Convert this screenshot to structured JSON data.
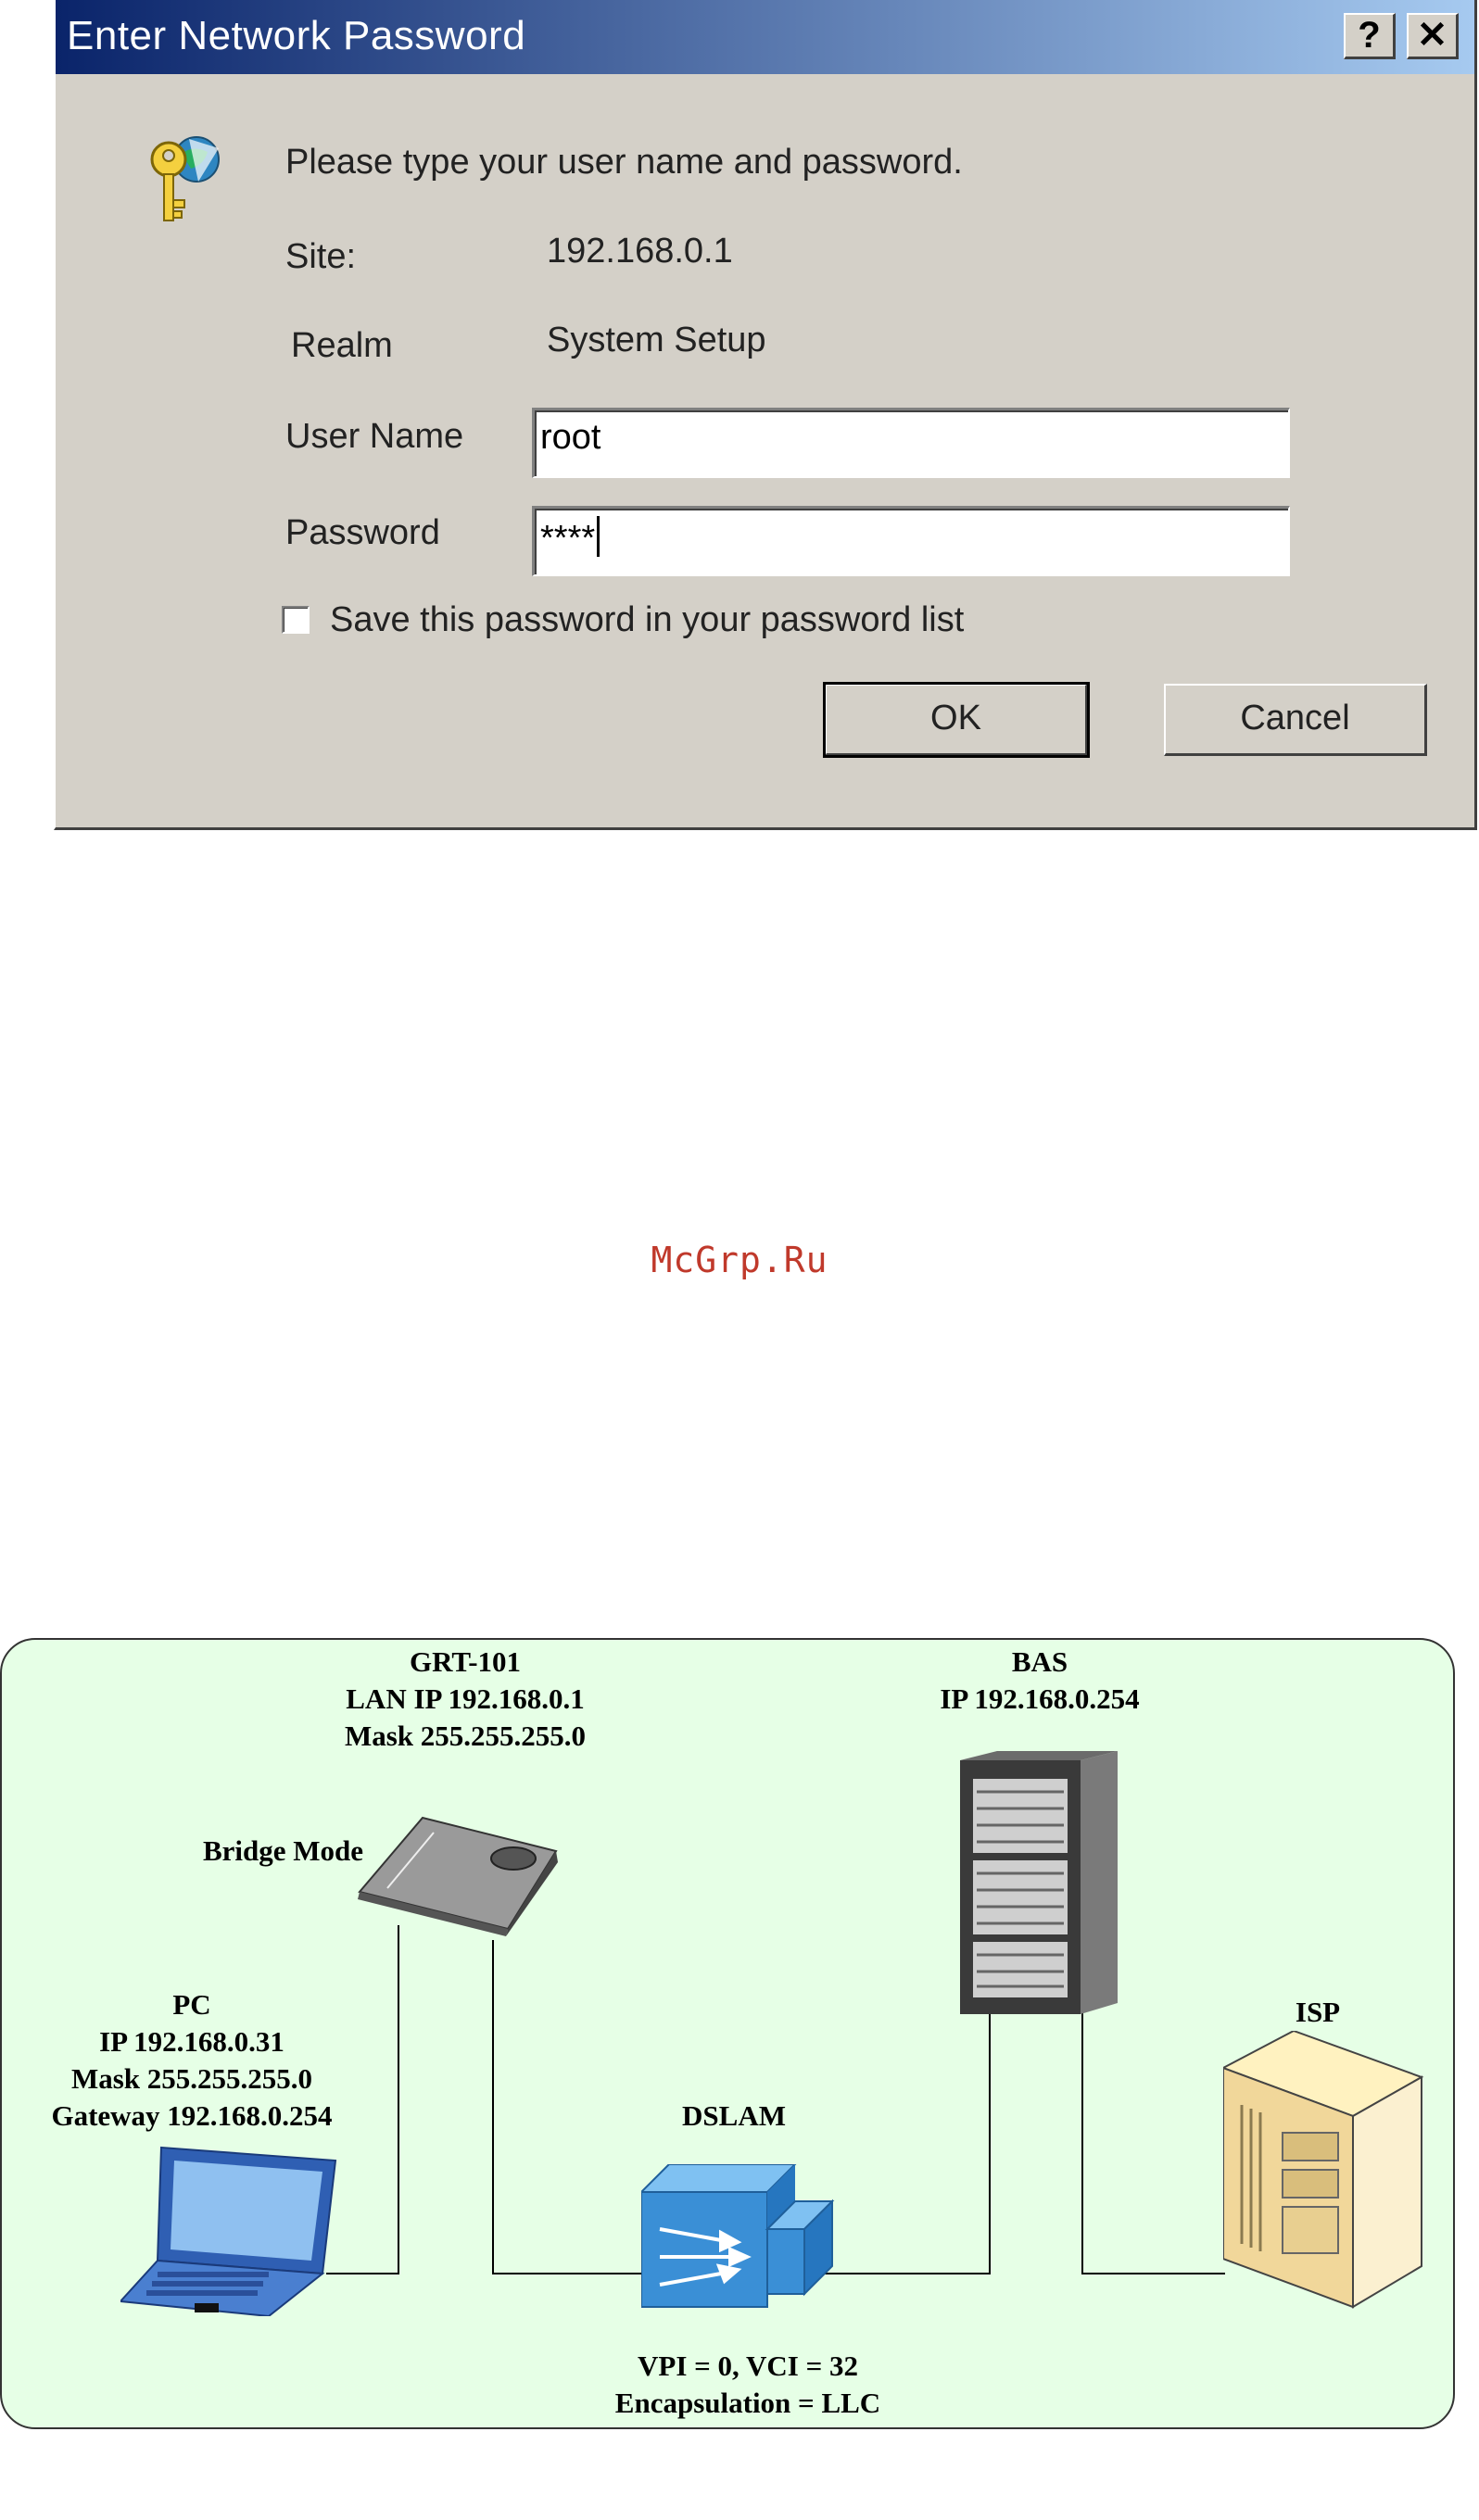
{
  "dialog": {
    "title": "Enter Network Password",
    "help_label": "?",
    "close_label": "✕",
    "prompt": "Please type your user name and password.",
    "site_label": "Site:",
    "site_value": "192.168.0.1",
    "realm_label": "Realm",
    "realm_value": "System Setup",
    "username_label": "User Name",
    "username_value": "root",
    "password_label": "Password",
    "password_value": "****",
    "save_password_label": "Save this password in your password list",
    "save_password_checked": false,
    "ok_label": "OK",
    "cancel_label": "Cancel",
    "icon": "key-globe-icon"
  },
  "watermark": "McGrp.Ru",
  "diagram": {
    "router": {
      "lines": [
        "GRT-101",
        "LAN IP 192.168.0.1",
        "Mask 255.255.255.0"
      ],
      "mode": "Bridge Mode"
    },
    "bas": {
      "lines": [
        "BAS",
        "IP 192.168.0.254"
      ]
    },
    "pc": {
      "lines": [
        "PC",
        "IP 192.168.0.31",
        "Mask 255.255.255.0",
        "Gateway 192.168.0.254"
      ]
    },
    "dslam": {
      "title": "DSLAM",
      "lines": [
        "VPI = 0, VCI = 32",
        "Encapsulation = LLC"
      ]
    },
    "isp": {
      "title": "ISP"
    },
    "colors": {
      "background": "#e6ffe6",
      "dslam": "#3a8fd6",
      "laptop": "#4a7fd0"
    }
  }
}
